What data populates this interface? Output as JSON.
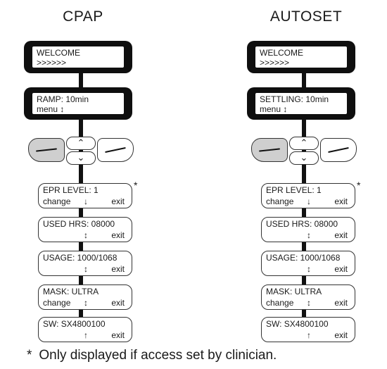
{
  "columns": [
    {
      "title": "CPAP",
      "lcd_screens": [
        {
          "line1": "WELCOME",
          "line2": ">>>>>>"
        },
        {
          "line1": "RAMP: 10min",
          "line2": "menu    ↕"
        }
      ],
      "buttons": {
        "up_icon": "chevron-up",
        "down_icon": "chevron-down",
        "up_glyph": "⌃",
        "down_glyph": "⌄"
      },
      "menu_items": [
        {
          "line1": "EPR LEVEL: 1",
          "left": "change",
          "mid": "↓",
          "right": "exit"
        },
        {
          "line1": "USED HRS:  08000",
          "left": "",
          "mid": "↕",
          "right": "exit"
        },
        {
          "line1": "USAGE:  1000/1068",
          "left": "",
          "mid": "↕",
          "right": "exit"
        },
        {
          "line1": "MASK: ULTRA",
          "left": "change",
          "mid": "↕",
          "right": "exit"
        },
        {
          "line1": "SW: SX4800100",
          "left": "",
          "mid": "↑",
          "right": "exit"
        }
      ],
      "asterisk": "*"
    },
    {
      "title": "AUTOSET",
      "lcd_screens": [
        {
          "line1": "WELCOME",
          "line2": ">>>>>>"
        },
        {
          "line1": "SETTLING: 10min",
          "line2": "menu    ↕"
        }
      ],
      "buttons": {
        "up_icon": "chevron-up",
        "down_icon": "chevron-down",
        "up_glyph": "⌃",
        "down_glyph": "⌄"
      },
      "menu_items": [
        {
          "line1": "EPR LEVEL: 1",
          "left": "change",
          "mid": "↓",
          "right": "exit"
        },
        {
          "line1": "USED HRS:  08000",
          "left": "",
          "mid": "↕",
          "right": "exit"
        },
        {
          "line1": "USAGE:  1000/1068",
          "left": "",
          "mid": "↕",
          "right": "exit"
        },
        {
          "line1": "MASK: ULTRA",
          "left": "change",
          "mid": "↕",
          "right": "exit"
        },
        {
          "line1": "SW: SX4800100",
          "left": "",
          "mid": "↑",
          "right": "exit"
        }
      ],
      "asterisk": "*"
    }
  ],
  "footnote": {
    "star": "*",
    "text": "Only displayed if access set by clinician."
  }
}
